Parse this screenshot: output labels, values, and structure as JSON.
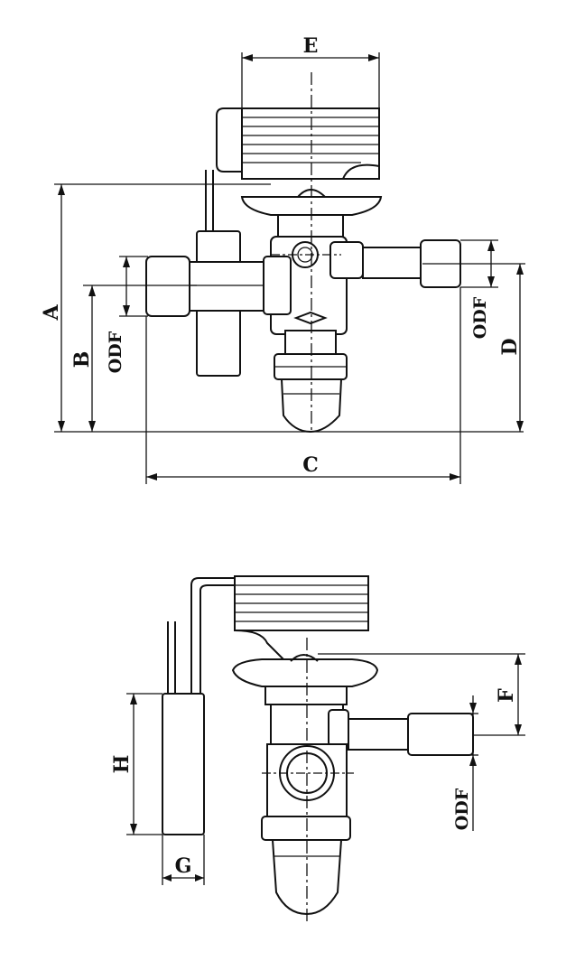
{
  "labels": {
    "A": "A",
    "B": "B",
    "C": "C",
    "D": "D",
    "E": "E",
    "F": "F",
    "G": "G",
    "H": "H",
    "odf": "ODF"
  }
}
